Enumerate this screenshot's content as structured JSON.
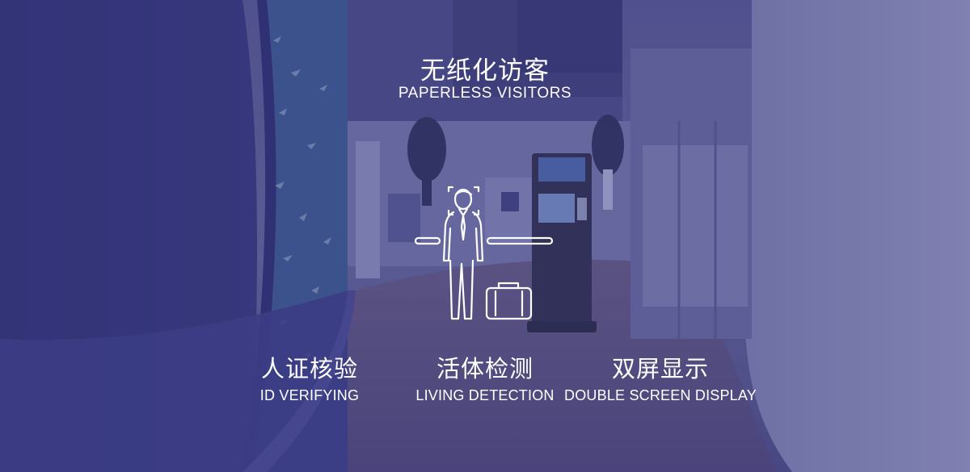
{
  "header": {
    "title_cn": "无纸化访客",
    "title_en": "PAPERLESS VISITORS"
  },
  "features": [
    {
      "title_cn": "人证核验",
      "title_en": "ID VERIFYING"
    },
    {
      "title_cn": "活体检测",
      "title_en": "LIVING DETECTION"
    },
    {
      "title_cn": "双屏显示",
      "title_en": "DOUBLE SCREEN DISPLAY"
    }
  ],
  "colors": {
    "overlay": "#3b3c80",
    "text": "#ffffff"
  },
  "icons": [
    "visitor-gate-icon",
    "suitcase-icon",
    "face-scan-icon"
  ]
}
